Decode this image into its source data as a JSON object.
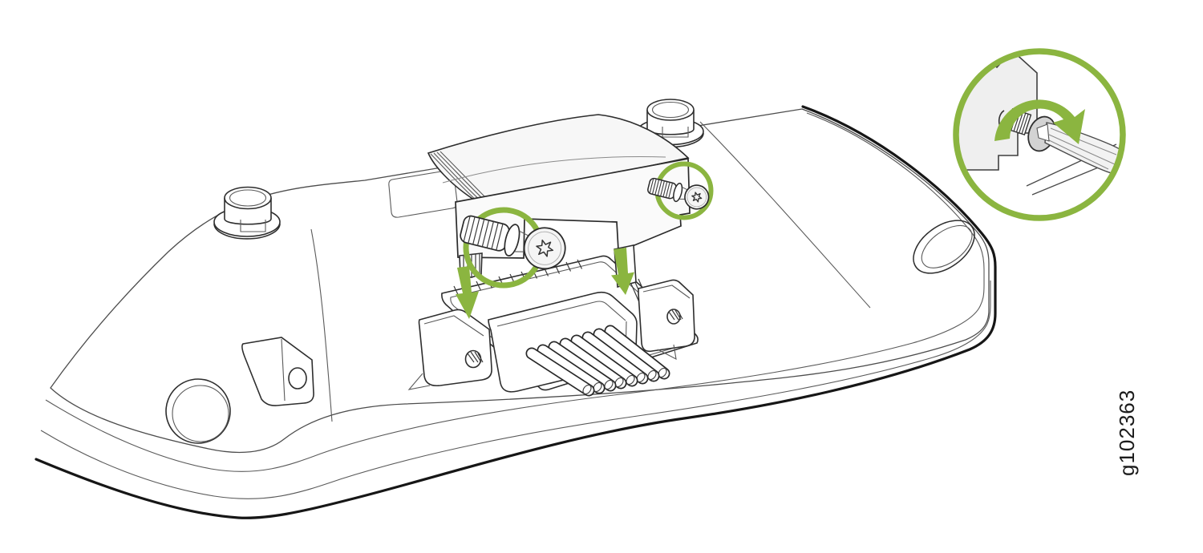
{
  "figure": {
    "id_label": "g102363",
    "kind": "technical-line-illustration",
    "main_view": "access-point rear with cable retainer bracket and two screws aligned over cable connector",
    "inset_view": "screwdriver tightening a screw",
    "rotation_direction": "clockwise",
    "insertion_direction": "down",
    "cable_count": 8,
    "screw_count": 2
  },
  "colors": {
    "accent_green": "#8BB540",
    "line_dark": "#161616",
    "line_mid": "#2e2e2e",
    "line_light": "#4d4d4d",
    "fill_white": "#ffffff",
    "fill_bracket": "#F7F7F7",
    "fill_inset_plate": "#EFEFEF",
    "fill_ferrule": "#D3D3D3",
    "fill_tool": "#F2F2F2",
    "background": "#ffffff"
  },
  "elements": {
    "device": "access-point-body",
    "bracket": "cable-retainer-bracket",
    "screws": [
      "torx-screw-left",
      "torx-screw-right"
    ],
    "callouts": [
      "screw-callout-circle-left",
      "screw-callout-circle-right"
    ],
    "arrows": [
      "insertion-arrow-left",
      "insertion-arrow-right"
    ],
    "connector": "cable-connector",
    "inset": "tighten-screw-detail-circle"
  }
}
